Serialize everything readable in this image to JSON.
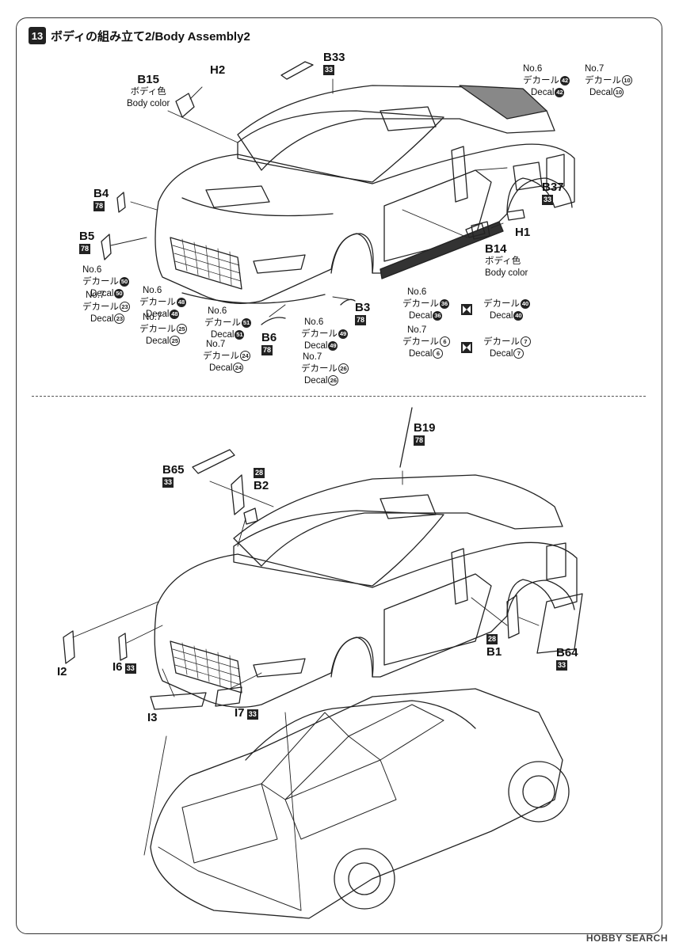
{
  "step": {
    "number": "13",
    "title": "ボディの組み立て2/Body Assembly2"
  },
  "watermark": "HOBBY SEARCH",
  "labels": {
    "h2": "H2",
    "b15": "B15",
    "b15_color_jp": "ボディ色",
    "b15_color_en": "Body color",
    "b33": "B33",
    "b33_tag": "33",
    "b4": "B4",
    "b4_tag": "78",
    "b5": "B5",
    "b5_tag": "78",
    "b37": "B37",
    "b37_tag": "33",
    "h1": "H1",
    "b14": "B14",
    "b14_color_jp": "ボディ色",
    "b14_color_en": "Body color",
    "b3": "B3",
    "b3_tag": "78",
    "b6": "B6",
    "b6_tag": "78",
    "b19": "B19",
    "b19_tag": "78",
    "b65": "B65",
    "b65_tag": "33",
    "b2": "B2",
    "b2_tag": "28",
    "b1": "B1",
    "b1_tag": "28",
    "b64": "B64",
    "b64_tag": "33",
    "i2": "I2",
    "i6": "I6",
    "i6_tag": "33",
    "i3": "I3",
    "i7": "I7",
    "i7_tag": "33"
  },
  "decals": {
    "d42": {
      "no": "No.6",
      "jp": "デカール",
      "en": "Decal",
      "num": "42"
    },
    "d10": {
      "no": "No.7",
      "jp": "デカール",
      "en": "Decal",
      "num": "10"
    },
    "d50": {
      "no": "No.6",
      "jp": "デカール",
      "en": "Decal",
      "num": "50"
    },
    "d23": {
      "no": "No.7",
      "jp": "デカール",
      "en": "Decal",
      "num": "23"
    },
    "d48": {
      "no": "No.6",
      "jp": "デカール",
      "en": "Decal",
      "num": "48"
    },
    "d25": {
      "no": "No.7",
      "jp": "デカール",
      "en": "Decal",
      "num": "25"
    },
    "d51": {
      "no": "No.6",
      "jp": "デカール",
      "en": "Decal",
      "num": "51"
    },
    "d24": {
      "no": "No.7",
      "jp": "デカール",
      "en": "Decal",
      "num": "24"
    },
    "d49": {
      "no": "No.6",
      "jp": "デカール",
      "en": "Decal",
      "num": "49"
    },
    "d26": {
      "no": "No.7",
      "jp": "デカール",
      "en": "Decal",
      "num": "26"
    },
    "d36": {
      "no": "No.6",
      "jp": "デカール",
      "en": "Decal",
      "num": "36"
    },
    "d40": {
      "jp": "デカール",
      "en": "Decal",
      "num": "40"
    },
    "d6": {
      "no": "No.7",
      "jp": "デカール",
      "en": "Decal",
      "num": "6"
    },
    "d7": {
      "jp": "デカール",
      "en": "Decal",
      "num": "7"
    }
  }
}
